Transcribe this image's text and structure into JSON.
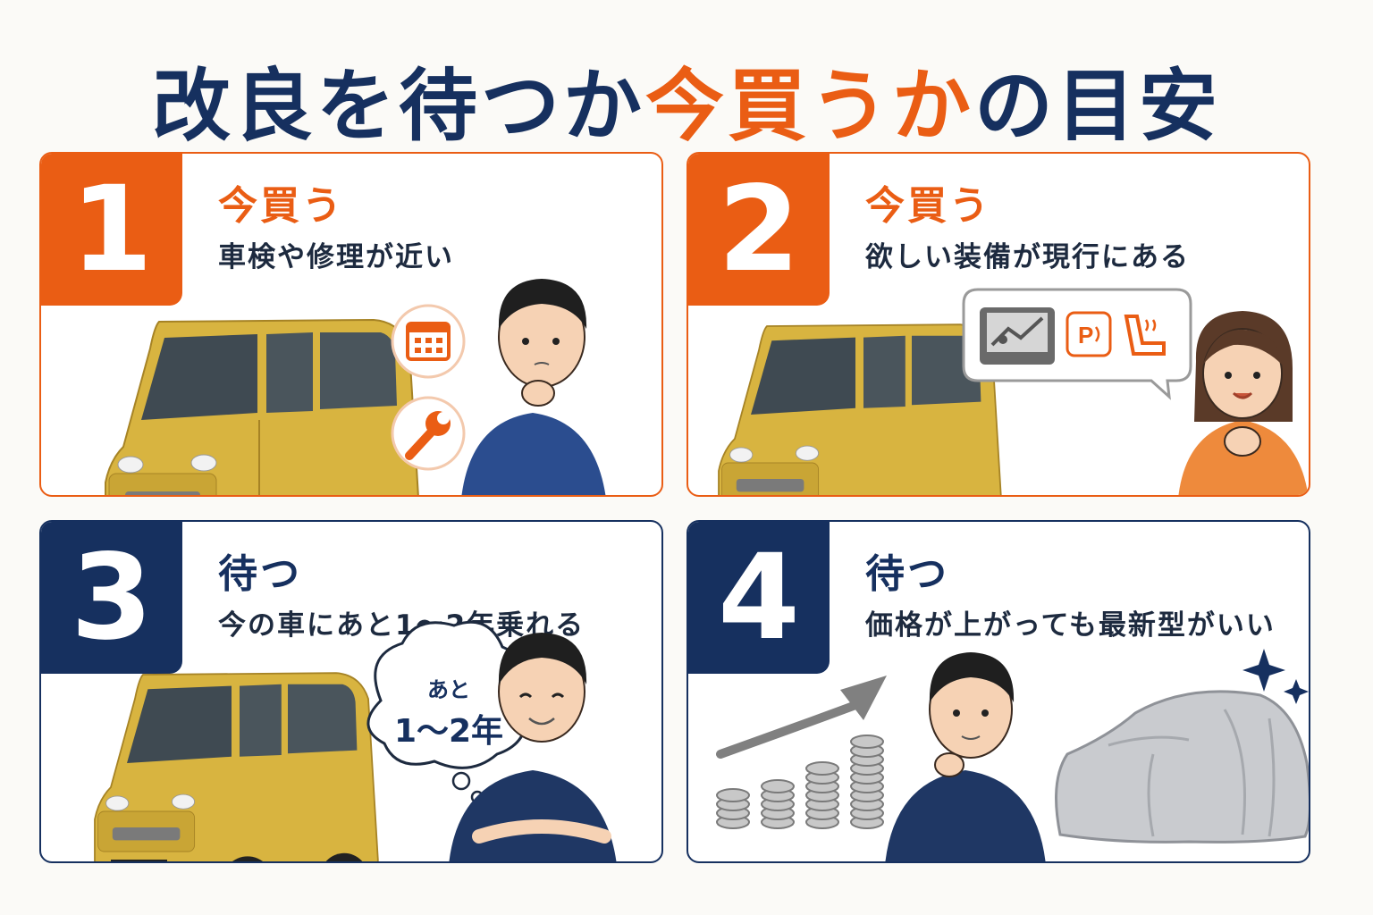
{
  "header": {
    "title_part1": "改良を待つか",
    "title_accent": "今買うか",
    "title_part2": "の目安"
  },
  "cards": [
    {
      "number": "1",
      "verdict": "今買う",
      "condition": "車検や修理が近い"
    },
    {
      "number": "2",
      "verdict": "今買う",
      "condition": "欲しい装備が現行にある"
    },
    {
      "number": "3",
      "verdict": "待つ",
      "condition": "今の車にあと1〜2年乗れる",
      "bubble_line1": "あと",
      "bubble_line2": "1〜2年"
    },
    {
      "number": "4",
      "verdict": "待つ",
      "condition": "価格が上がっても最新型がいい"
    }
  ],
  "colors": {
    "accent_orange": "#ea5d14",
    "navy": "#16305f",
    "car_yellow": "#d8b440",
    "background": "#fbfaf7"
  },
  "icons": [
    "calendar-icon",
    "wrench-icon",
    "navigation-icon",
    "parking-sensor-icon",
    "heated-seat-icon",
    "sparkle-icon"
  ]
}
